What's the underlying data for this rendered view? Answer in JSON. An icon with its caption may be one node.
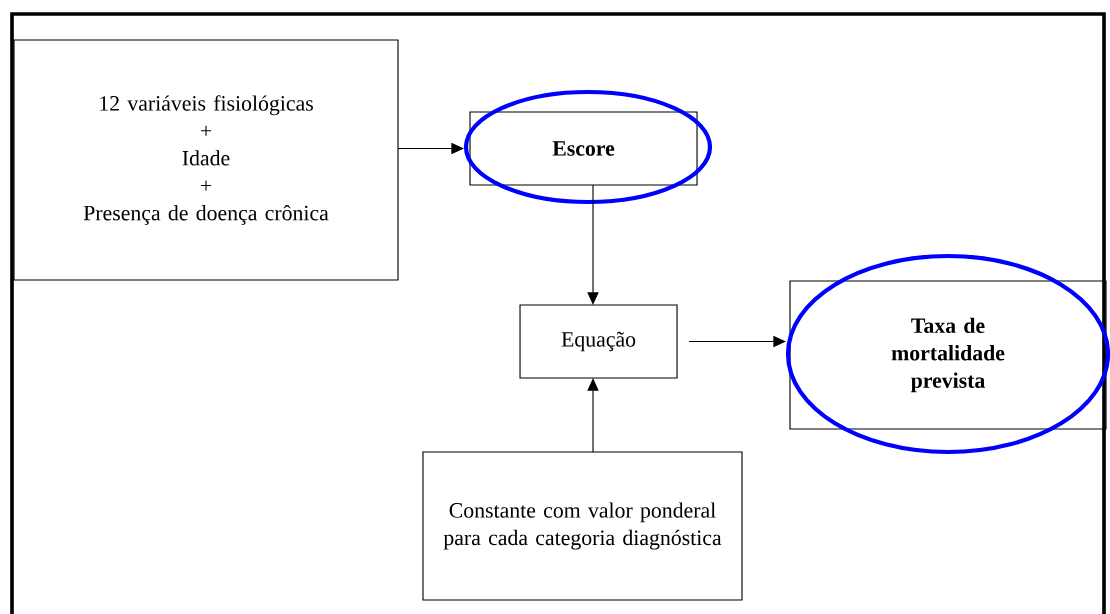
{
  "diagram": {
    "nodes": [
      {
        "text": [
          "12 variáveis fisiológicas",
          "+",
          "Idade",
          "+",
          "Presença de doença crônica"
        ]
      },
      {
        "text": [
          "Escore"
        ]
      },
      {
        "text": [
          "Equação"
        ]
      },
      {
        "text": [
          "Taxa de mortalidade prevista"
        ]
      },
      {
        "text": [
          "Constante com valor ponderal para cada categoria diagnóstica"
        ]
      }
    ],
    "edges": [
      {
        "from": 0,
        "to": 1,
        "arrow": "to"
      },
      {
        "from": 1,
        "to": 2,
        "arrow": "to"
      },
      {
        "from": 2,
        "to": 3,
        "arrow": "to"
      },
      {
        "from": 4,
        "to": 2,
        "arrow": "to"
      }
    ]
  }
}
